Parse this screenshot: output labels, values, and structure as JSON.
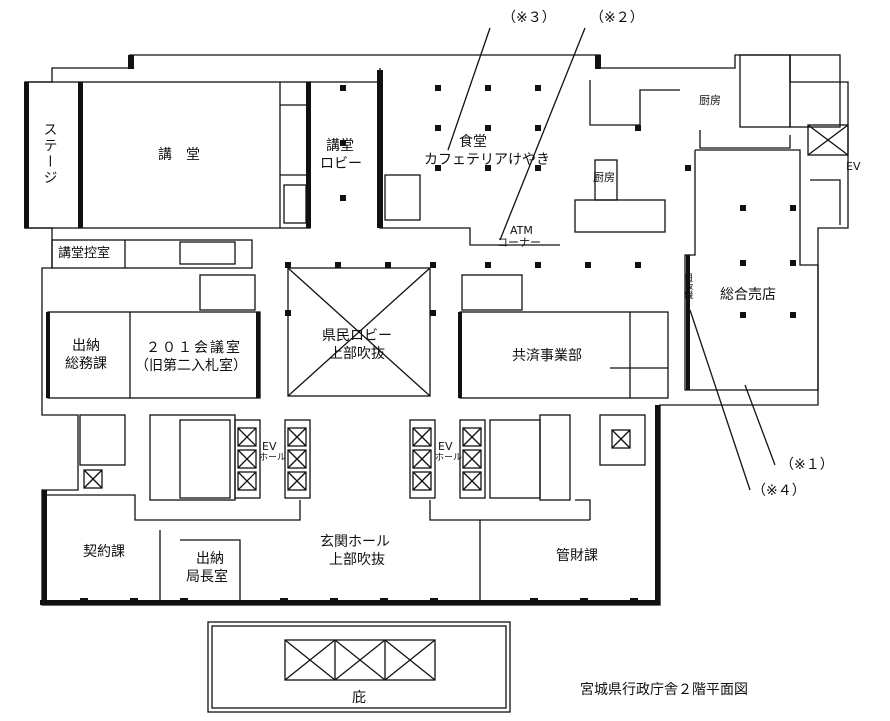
{
  "title": "宮城県行政庁舎２階平面図",
  "notes": {
    "n1": "（※１）",
    "n2": "（※２）",
    "n3": "（※３）",
    "n4": "（※４）"
  },
  "rooms": {
    "stage": "ステージ",
    "auditorium": "講　堂",
    "auditorium_lobby_1": "講堂",
    "auditorium_lobby_2": "ロビー",
    "auditorium_waiting": "講堂控室",
    "cafeteria_1": "食堂",
    "cafeteria_2": "カフェテリアけやき",
    "kitchen_1": "厨房",
    "kitchen_2": "厨房",
    "atm_1": "ATM",
    "atm_2": "コーナー",
    "vending": "自販機",
    "general_store": "総合売店",
    "ev_right": "EV",
    "lobby_void_1": "県民ロビー",
    "lobby_void_2": "上部吹抜",
    "treasury_general_1": "出納",
    "treasury_general_2": "総務課",
    "conf201_1": "２０１会議室",
    "conf201_2": "（旧第二入札室）",
    "mutual_aid": "共済事業部",
    "ev_hall_left_1": "EV",
    "ev_hall_left_2": "ホール",
    "ev_hall_right_1": "EV",
    "ev_hall_right_2": "ホール",
    "contract": "契約課",
    "treasurer_office_1": "出納",
    "treasurer_office_2": "局長室",
    "entrance_void_1": "玄関ホール",
    "entrance_void_2": "上部吹抜",
    "property": "管財課",
    "canopy": "庇"
  },
  "colors": {
    "line": "#111111",
    "fill": "#ffffff"
  }
}
